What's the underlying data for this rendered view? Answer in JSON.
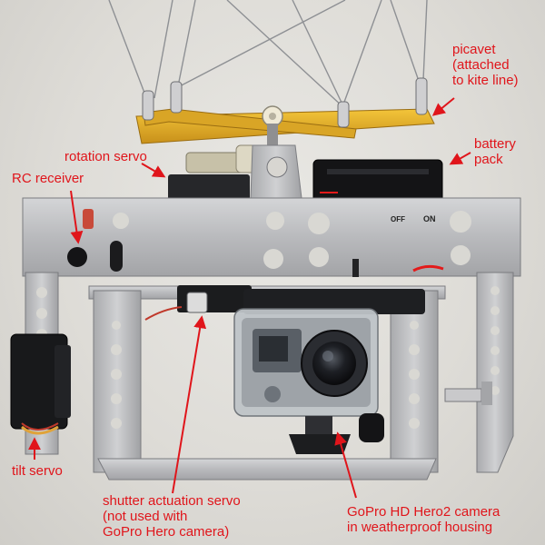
{
  "labels": {
    "picavet": [
      "picavet",
      "(attached",
      "to kite line)"
    ],
    "battery": [
      "battery",
      "pack"
    ],
    "rotation_servo": [
      "rotation servo"
    ],
    "rc_receiver": [
      "RC receiver"
    ],
    "tilt_servo": [
      "tilt servo"
    ],
    "shutter_servo": [
      "shutter actuation servo",
      "(not used with",
      "GoPro Hero camera)"
    ],
    "gopro_camera": [
      "GoPro HD Hero2 camera",
      "in weatherproof housing"
    ]
  },
  "panel_text": {
    "off": "OFF",
    "on": "ON"
  },
  "colors": {
    "label": "#e0151b",
    "background": "#dedcd7",
    "aluminum": "#bfc0c2",
    "picavet_arm": "#e8b52a",
    "dark_plastic": "#1c1c1e"
  }
}
